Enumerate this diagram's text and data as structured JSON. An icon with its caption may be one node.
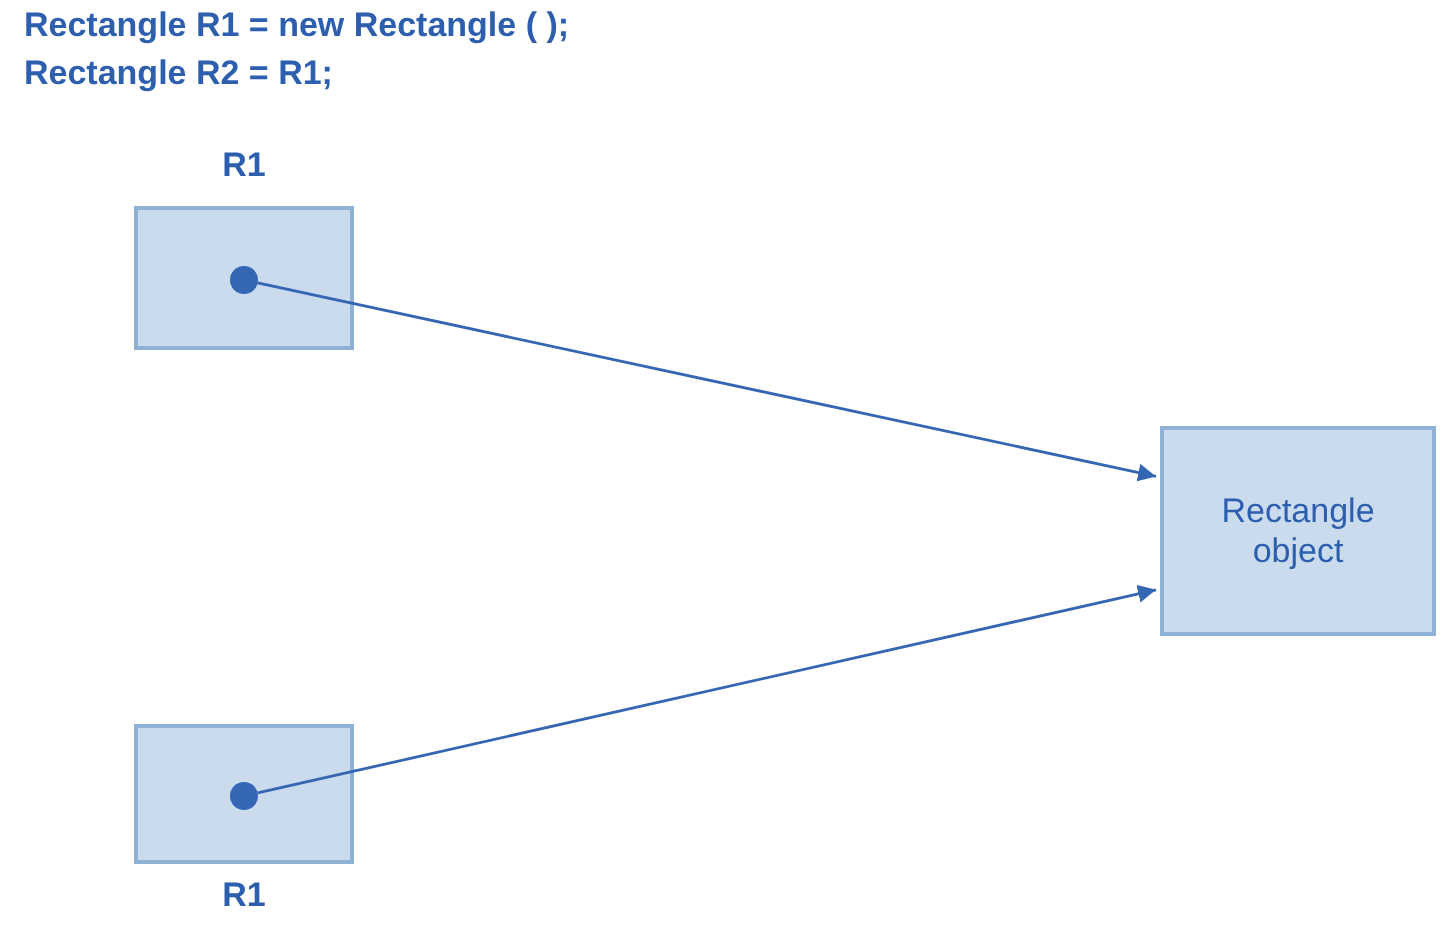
{
  "diagram": {
    "nodes": [
      {
        "text": [
          "R1"
        ]
      },
      {
        "text": [],
        "shape": "circle",
        "in": 0
      },
      {
        "text": [
          "R1"
        ]
      },
      {
        "text": [],
        "shape": "circle",
        "in": 2
      },
      {
        "text": [
          "Rectangle object"
        ]
      }
    ],
    "edges": [
      {
        "from": 1,
        "to": 4,
        "arrow": "to"
      },
      {
        "from": 3,
        "to": 4,
        "arrow": "to"
      }
    ],
    "labels": [
      "Rectangle R1 = new Rectangle ( );",
      "Rectangle R2 = R1;"
    ]
  }
}
